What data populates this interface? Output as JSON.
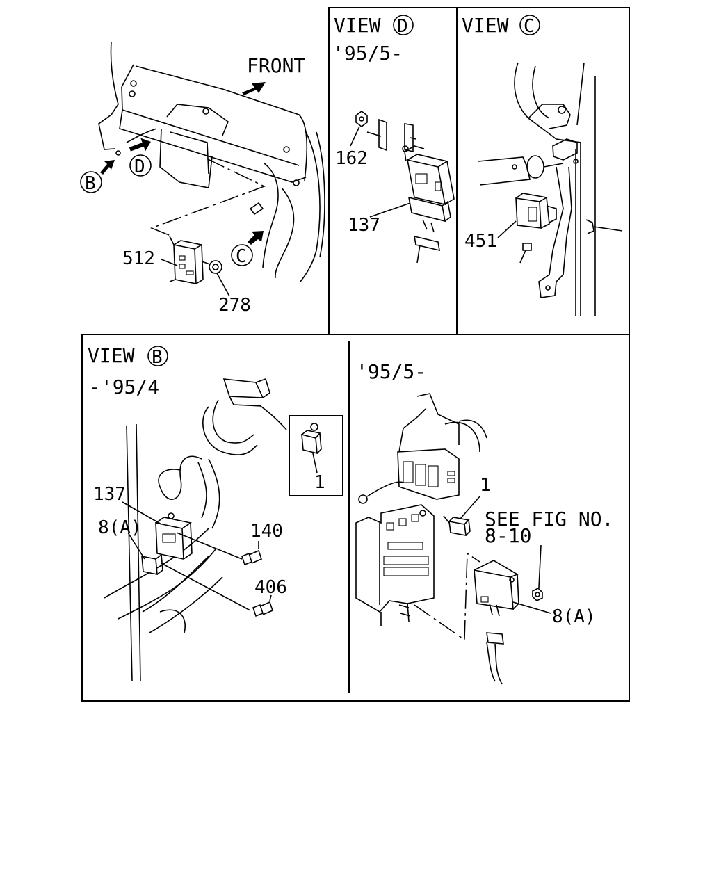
{
  "views": {
    "view_d": {
      "title": "VIEW",
      "letter": "D",
      "date": "'95/5-"
    },
    "view_c": {
      "title": "VIEW",
      "letter": "C"
    },
    "view_b": {
      "title": "VIEW",
      "letter": "B",
      "date": "-'95/4"
    },
    "late": {
      "date": "'95/5-"
    }
  },
  "main": {
    "front_label": "FRONT",
    "arrow_b": "B",
    "arrow_c": "C",
    "arrow_d": "D"
  },
  "parts": {
    "p512": "512",
    "p278": "278",
    "p162": "162",
    "p137_d": "137",
    "p451": "451",
    "p137_b": "137",
    "p8a_b": "8(A)",
    "p140": "140",
    "p406": "406",
    "p1_inset": "1",
    "p1_late": "1",
    "p8a_late": "8(A)"
  },
  "reference": {
    "line1": "SEE FIG NO.",
    "line2": "8-10"
  }
}
